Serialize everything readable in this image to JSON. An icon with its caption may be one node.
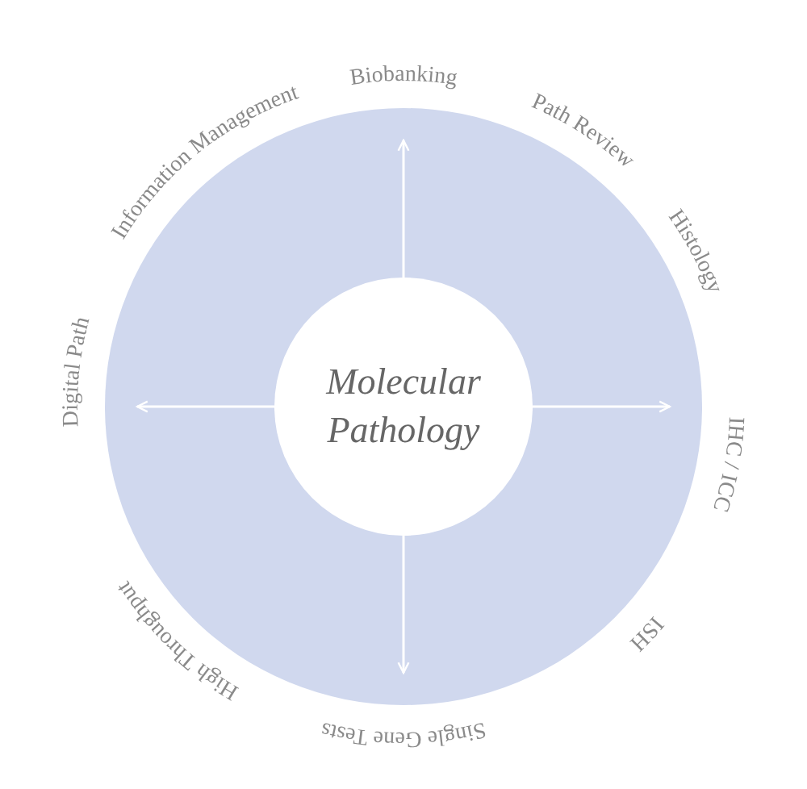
{
  "diagram": {
    "nodes": [
      {
        "text": [],
        "shape": "circle"
      },
      {
        "text": [
          "Molecular Pathology"
        ],
        "in": 0
      }
    ],
    "edges": [
      {
        "from": 1,
        "to": null,
        "arrow": "to"
      },
      {
        "from": 1,
        "to": null,
        "arrow": "to"
      },
      {
        "from": 1,
        "to": null,
        "arrow": "to"
      },
      {
        "from": 1,
        "to": null,
        "arrow": "to"
      }
    ],
    "labels": [
      "Biobanking",
      "Path Review",
      "Histology",
      "IHC / ICC",
      "ISH",
      "Single Gene Tests",
      "High Throughput",
      "Digital Path",
      "Information Management"
    ]
  }
}
